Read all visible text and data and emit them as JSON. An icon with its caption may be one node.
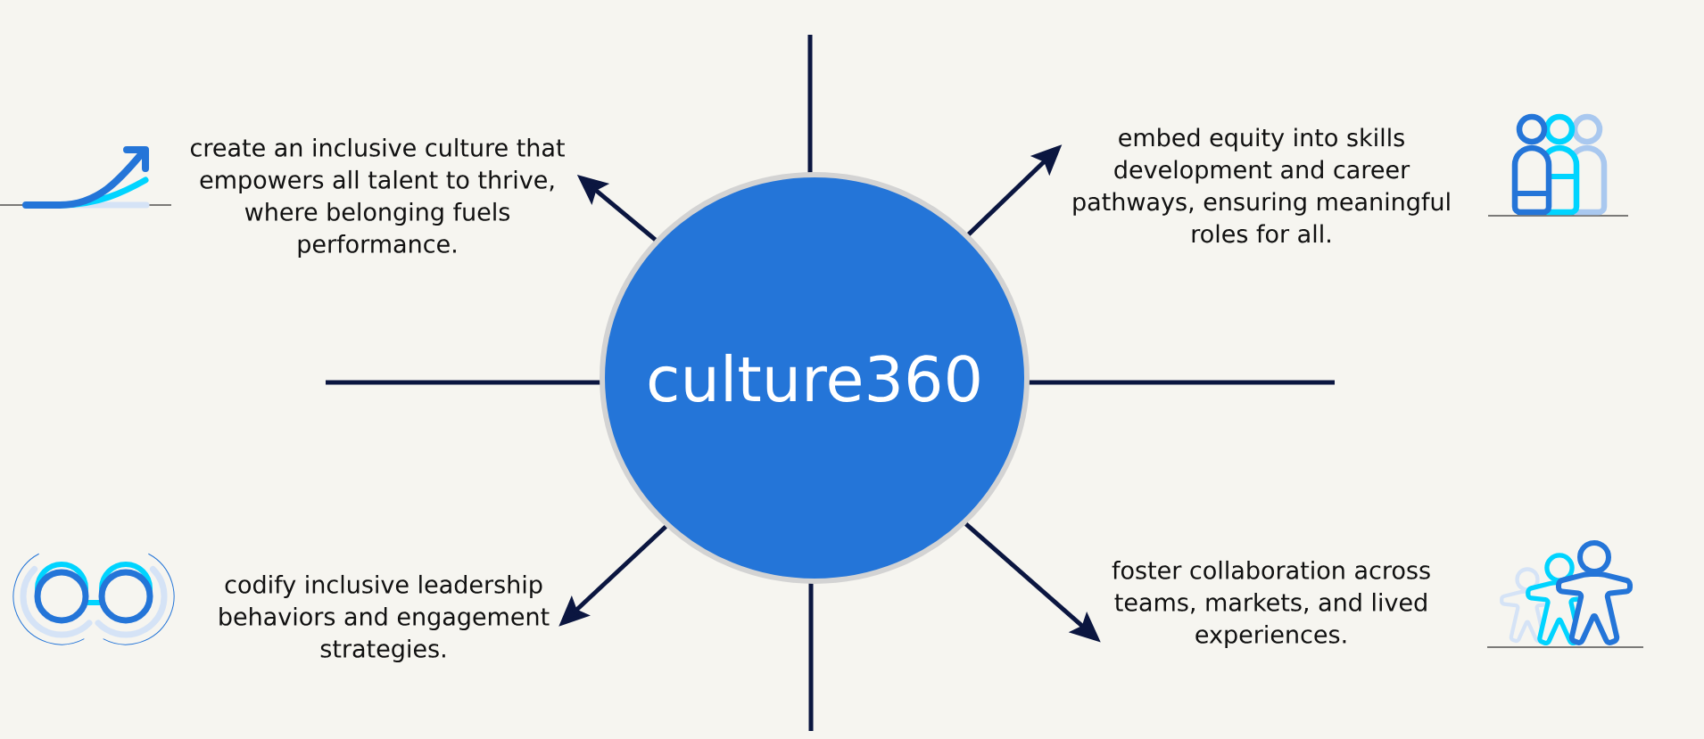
{
  "diagram": {
    "nodes": [
      {
        "text": [
          "create an inclusive culture that empowers all talent to thrive, where belonging fuels performance."
        ]
      },
      {
        "text": [
          "embed equity into skills development and career pathways, ensuring meaningful roles for all."
        ]
      },
      {
        "text": [
          "culture360"
        ]
      },
      {
        "text": [
          "codify inclusive leadership behaviors and engagement strategies."
        ]
      },
      {
        "text": [
          "foster collaboration across teams, markets, and lived experiences."
        ]
      }
    ],
    "edges": [
      {
        "from": 2,
        "to": 0,
        "arrow": "to"
      },
      {
        "from": 2,
        "to": 1,
        "arrow": "to"
      },
      {
        "from": 2,
        "to": 3,
        "arrow": "to"
      },
      {
        "from": 2,
        "to": 4,
        "arrow": "to"
      }
    ]
  }
}
